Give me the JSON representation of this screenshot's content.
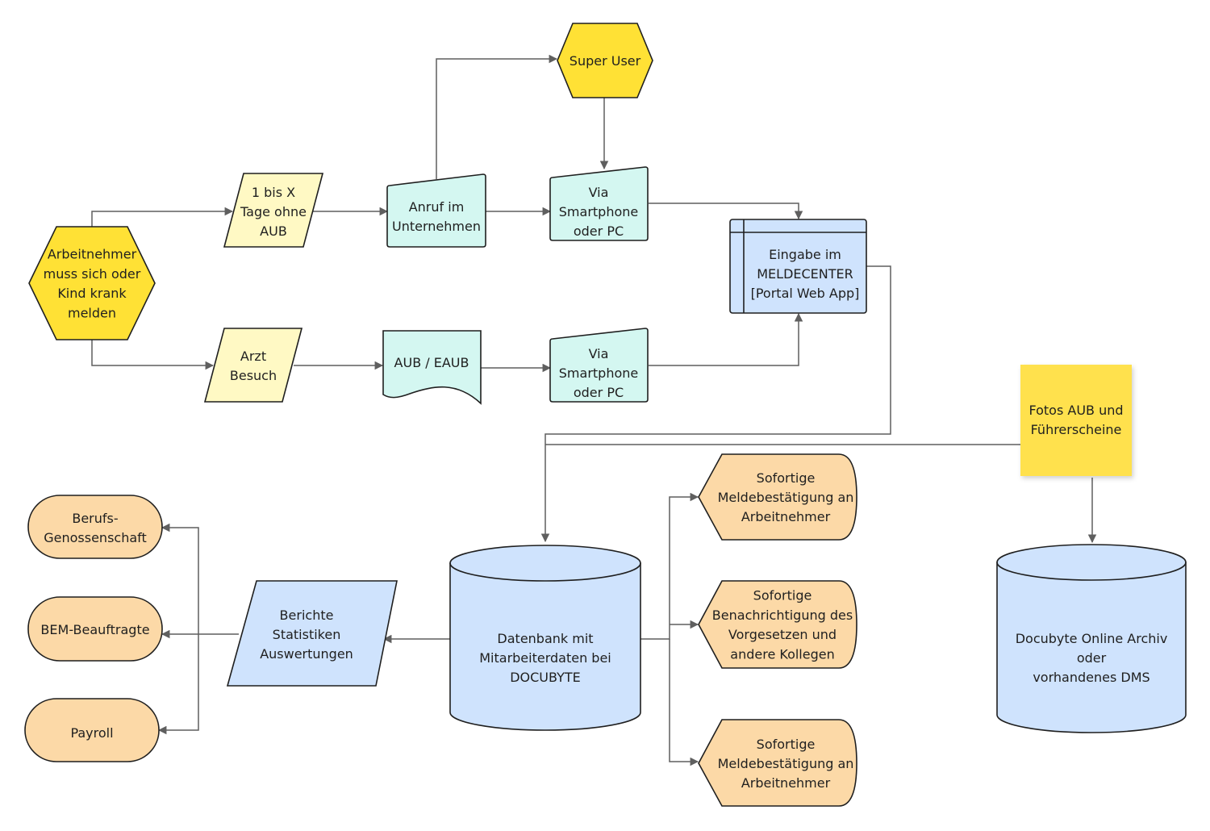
{
  "colors": {
    "yellow_hex": "#ffe135",
    "light_yellow": "#fff9c4",
    "mint": "#d4f7f1",
    "light_blue": "#cfe3fd",
    "peach": "#fcd9a7",
    "sticky": "#ffe14d",
    "connector": "#5f5f5f"
  },
  "nodes": {
    "arbeitnehmer": [
      "Arbeitnehmer",
      "muss sich oder",
      "Kind krank",
      "melden"
    ],
    "tage_ohne_aub": [
      "1 bis X",
      "Tage ohne",
      "AUB"
    ],
    "arzt_besuch": [
      "Arzt",
      "Besuch"
    ],
    "anruf": [
      "Anruf im",
      "Unternehmen"
    ],
    "aub_eaub": [
      "AUB / EAUB"
    ],
    "super_user": [
      "Super User"
    ],
    "via_top": [
      "Via",
      "Smartphone",
      "oder PC"
    ],
    "via_bottom": [
      "Via",
      "Smartphone",
      "oder PC"
    ],
    "meldecenter": [
      "Eingabe im",
      "MELDECENTER",
      "[Portal Web App]"
    ],
    "fotos": [
      "Fotos AUB und",
      "Führerscheine"
    ],
    "datenbank": [
      "Datenbank mit",
      "Mitarbeiterdaten bei",
      "DOCUBYTE"
    ],
    "archiv": [
      "Docubyte Online Archiv",
      "oder",
      "vorhandenes DMS"
    ],
    "berichte": [
      "Berichte",
      "Statistiken",
      "Auswertungen"
    ],
    "berufs": [
      "Berufs-",
      "Genossenschaft"
    ],
    "bem": [
      "BEM-Beauftragte"
    ],
    "payroll": [
      "Payroll"
    ],
    "bestaetigung_1": [
      "Sofortige",
      "Meldebestätigung an",
      "Arbeitnehmer"
    ],
    "benachrichtigung": [
      "Sofortige",
      "Benachrichtigung des",
      "Vorgesetzen und",
      "andere Kollegen"
    ],
    "bestaetigung_2": [
      "Sofortige",
      "Meldebestätigung an",
      "Arbeitnehmer"
    ]
  }
}
